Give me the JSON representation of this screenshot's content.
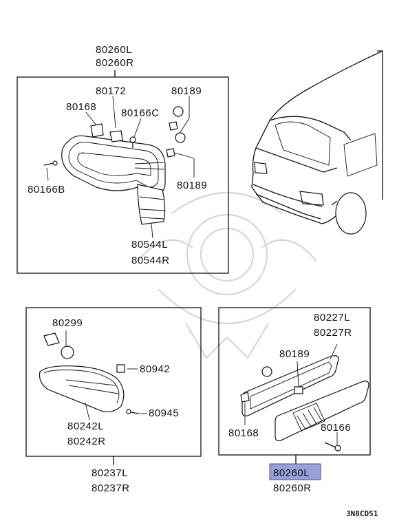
{
  "diagram": {
    "figure_code": "3N8CD51",
    "highlight_color": "#9aa0d8",
    "top_group": {
      "assembly_left": "80260L",
      "assembly_right": "80260R",
      "parts": {
        "p80172": "80172",
        "p80189_top": "80189",
        "p80168": "80168",
        "p80166c": "80166C",
        "p80166b": "80166B",
        "p80189_side": "80189",
        "p80544l": "80544L",
        "p80544r": "80544R"
      }
    },
    "left_group": {
      "assembly_left": "80237L",
      "assembly_right": "80237R",
      "parts": {
        "p80299": "80299",
        "p80942": "80942",
        "p80945": "80945",
        "p80242l": "80242L",
        "p80242r": "80242R"
      }
    },
    "right_group": {
      "assembly_left": "80260L",
      "assembly_right": "80260R",
      "parts": {
        "p80227l": "80227L",
        "p80227r": "80227R",
        "p80189": "80189",
        "p80168": "80168",
        "p80166": "80166"
      }
    }
  }
}
